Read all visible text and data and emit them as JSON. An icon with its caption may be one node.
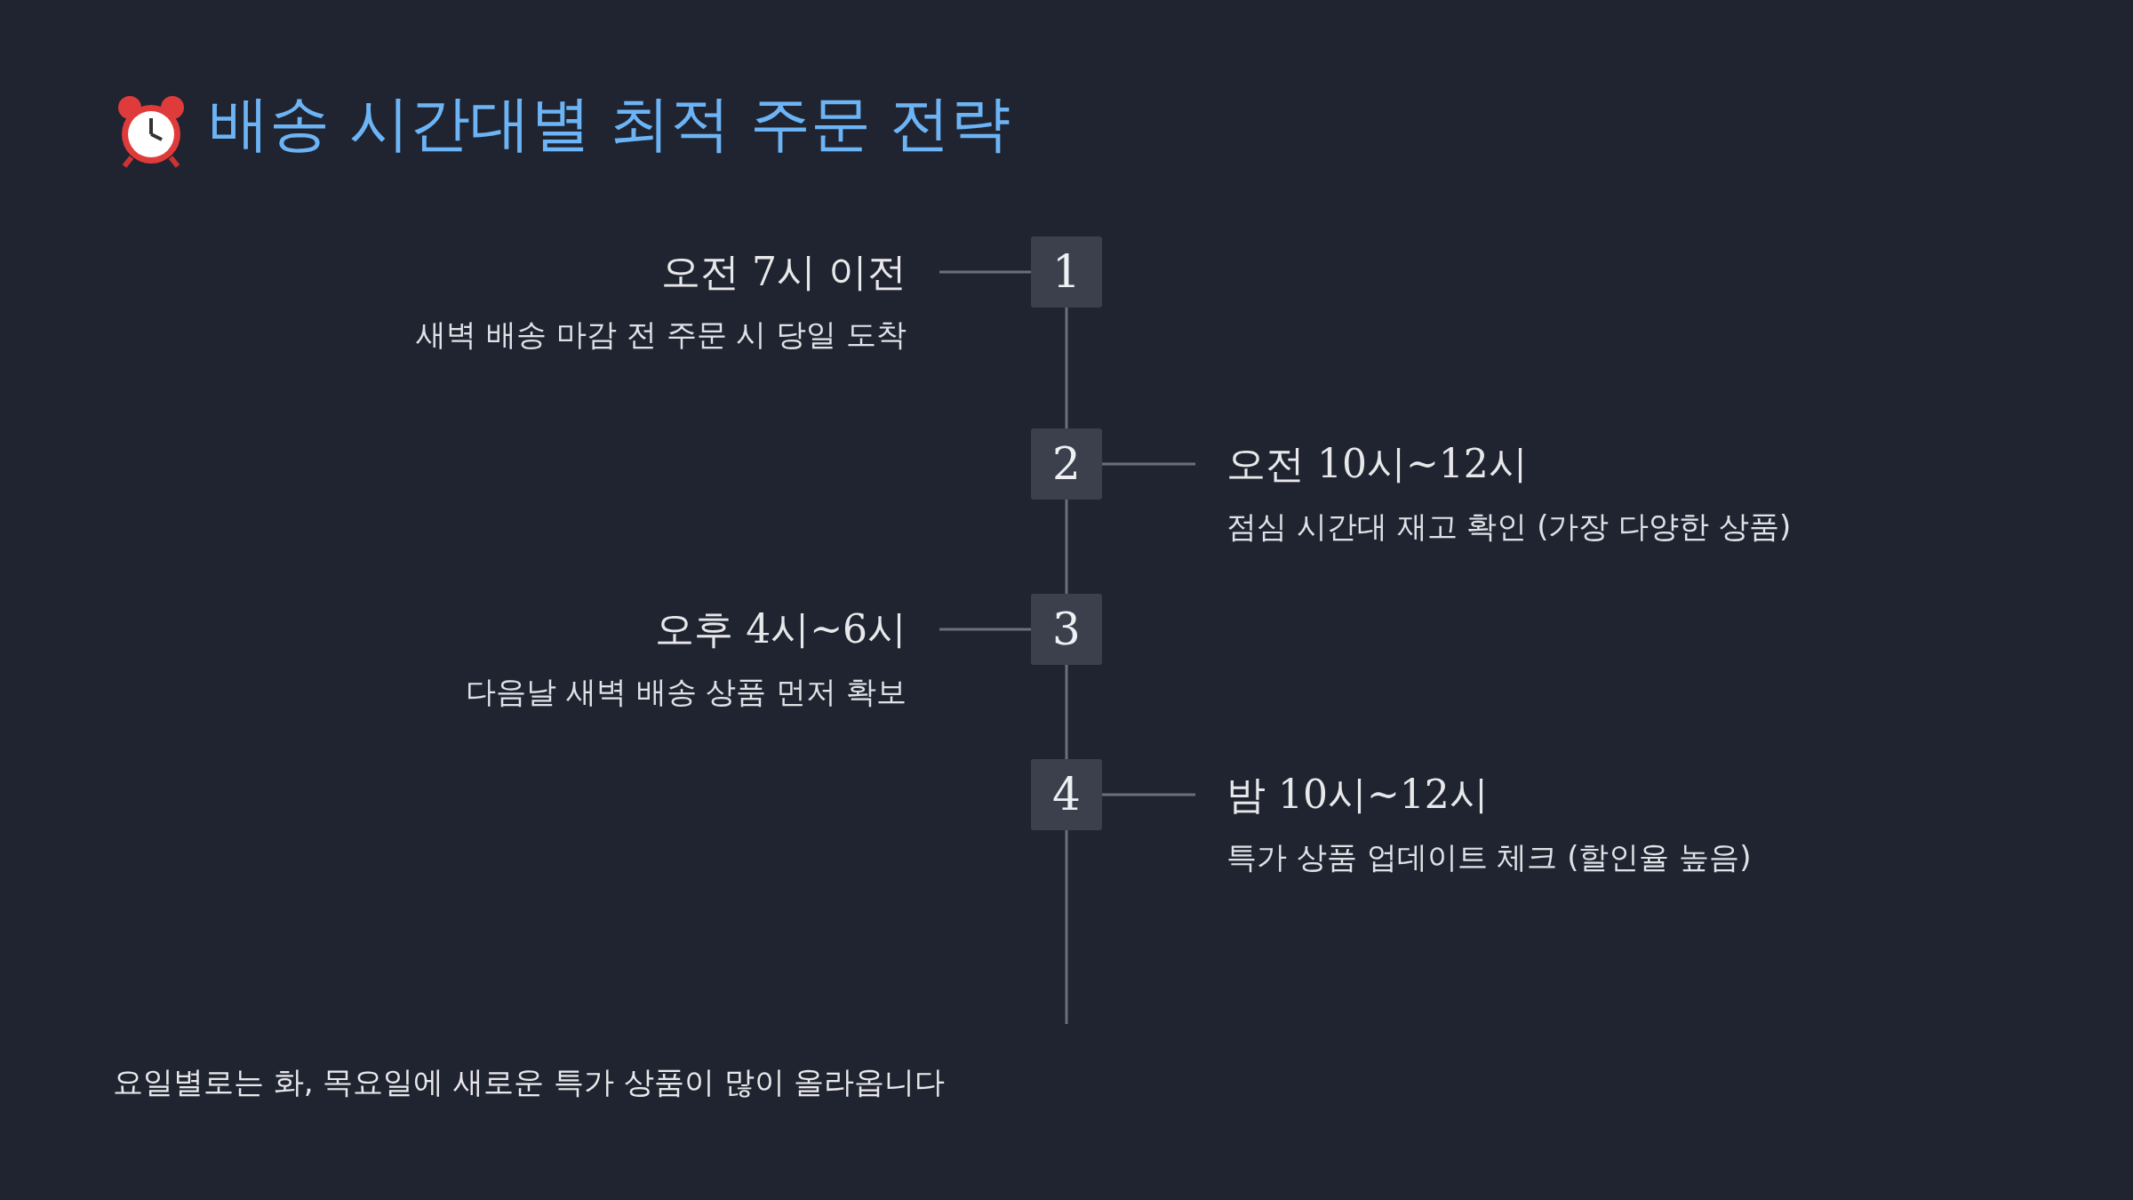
{
  "diagram": {
    "title": "배송 시간대별 최적 주문 전략",
    "caption": "요일별로는 화, 목요일에 새로운 특가 상품이 많이 올라옵니다",
    "nodes": [
      {
        "text": [
          "1"
        ]
      },
      {
        "text": [
          "오전 7시 이전",
          "새벽 배송 마감 전 주문 시 당일 도착"
        ]
      },
      {
        "text": [
          "2"
        ]
      },
      {
        "text": [
          "오전 10시~12시",
          "점심 시간대 재고 확인 (가장 다양한 상품)"
        ]
      },
      {
        "text": [
          "3"
        ]
      },
      {
        "text": [
          "오후 4시~6시",
          "다음날 새벽 배송 상품 먼저 확보"
        ]
      },
      {
        "text": [
          "4"
        ]
      },
      {
        "text": [
          "밤 10시~12시",
          "특가 상품 업데이트 체크 (할인율 높음)"
        ]
      }
    ],
    "edges": [
      {
        "from": 1,
        "to": 0,
        "arrow": "none"
      },
      {
        "from": 0,
        "to": 2,
        "arrow": "none"
      },
      {
        "from": 2,
        "to": 3,
        "arrow": "none"
      },
      {
        "from": 2,
        "to": 4,
        "arrow": "none"
      },
      {
        "from": 5,
        "to": 4,
        "arrow": "none"
      },
      {
        "from": 4,
        "to": 6,
        "arrow": "none"
      },
      {
        "from": 6,
        "to": 7,
        "arrow": "none"
      },
      {
        "from": 6,
        "to": null,
        "arrow": "none"
      }
    ]
  }
}
